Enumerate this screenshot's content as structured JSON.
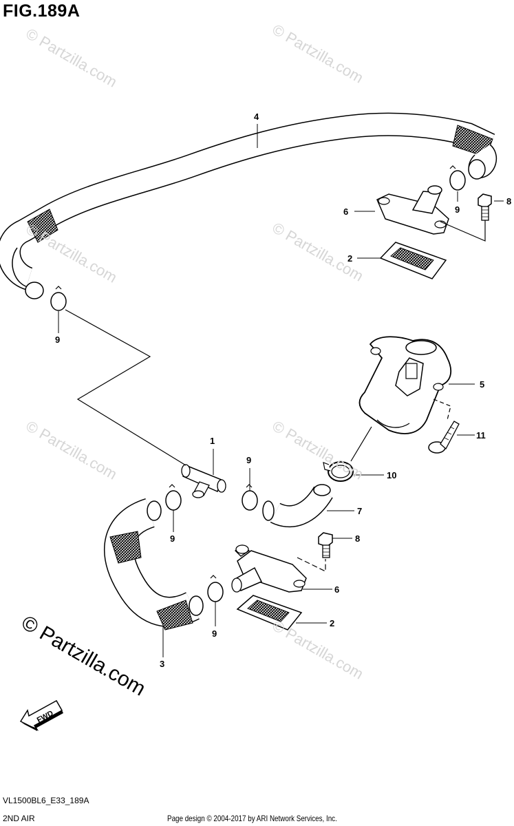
{
  "figure": {
    "title": "FIG.189A",
    "code": "VL1500BL6_E33_189A",
    "name": "2ND AIR"
  },
  "footer": {
    "credit": "Page design © 2004-2017 by ARI Network Services, Inc."
  },
  "watermark": {
    "text": "© Partzilla.com"
  },
  "fwd": {
    "label": "FWD"
  },
  "callouts": [
    "4",
    "9",
    "6",
    "8",
    "2",
    "9",
    "5",
    "11",
    "1",
    "9",
    "10",
    "7",
    "9",
    "8",
    "6",
    "9",
    "2",
    "3"
  ]
}
